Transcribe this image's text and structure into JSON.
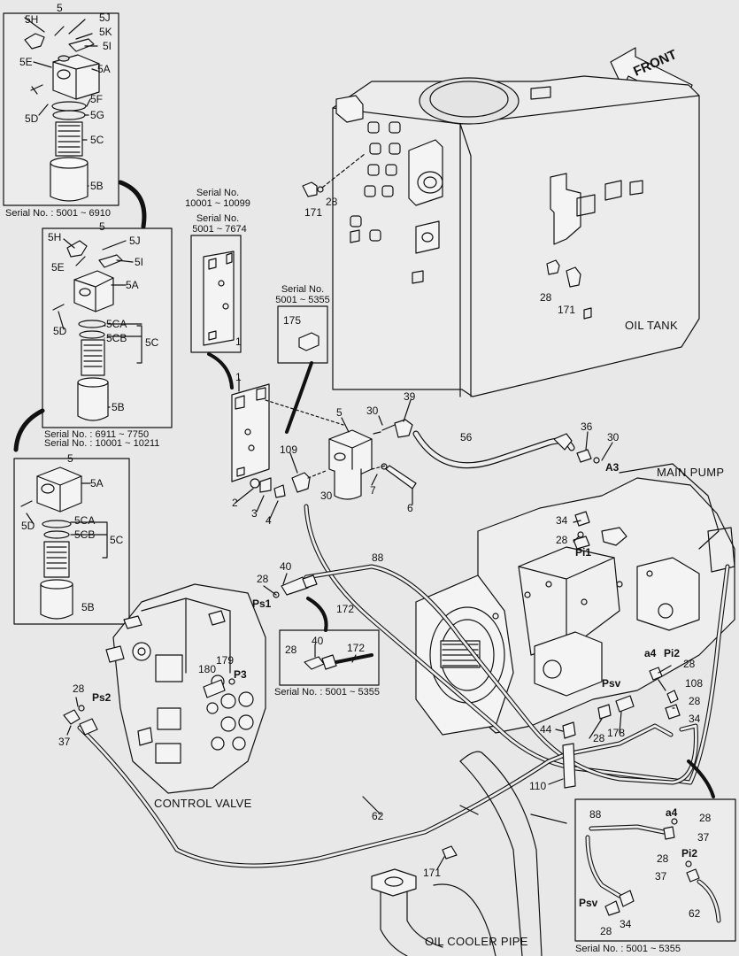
{
  "directions": {
    "front": "FRONT"
  },
  "titles": {
    "oil_tank": "OIL TANK",
    "main_pump": "MAIN PUMP",
    "control_valve": "CONTROL VALVE",
    "oil_cooler_pipe": "OIL COOLER PIPE"
  },
  "serials": {
    "s_5001_6910": "Serial No. : 5001 ~ 6910",
    "s_6911_7750": "Serial No. : 6911 ~ 7750",
    "s_10001_10211": "Serial No. : 10001 ~ 10211",
    "s_plate_head": "Serial No.",
    "s_plate_1": "10001 ~ 10099",
    "s_plate_head2": "Serial No.",
    "s_plate_2": "5001 ~ 7674",
    "s_fit_head": "Serial No.",
    "s_fit": "5001 ~ 5355",
    "s_ps1_inset": "Serial No. : 5001 ~ 5355",
    "s_pump_inset": "Serial No. : 5001 ~ 5355"
  },
  "ports": {
    "a3": "A3",
    "pi1": "Pi1",
    "ps1": "Ps1",
    "ps2": "Ps2",
    "p3": "P3",
    "a4": "a4",
    "pi2": "Pi2",
    "psv": "Psv",
    "a4_inset": "a4",
    "pi2_inset": "Pi2",
    "psv_inset": "Psv"
  },
  "callouts": {
    "f1": {
      "n5": "5",
      "n5h": "5H",
      "n5j": "5J",
      "n5k": "5K",
      "n5i": "5I",
      "n5e": "5E",
      "n5a": "5A",
      "n5d": "5D",
      "n5f": "5F",
      "n5g": "5G",
      "n5c": "5C",
      "n5b": "5B"
    },
    "f2": {
      "n5": "5",
      "n5h": "5H",
      "n5j": "5J",
      "n5i": "5I",
      "n5e": "5E",
      "n5a": "5A",
      "n5d": "5D",
      "n5ca": "5CA",
      "n5cb": "5CB",
      "n5c": "5C",
      "n5b": "5B"
    },
    "f3": {
      "n5": "5",
      "n5a": "5A",
      "n5d": "5D",
      "n5ca": "5CA",
      "n5cb": "5CB",
      "n5c": "5C",
      "n5b": "5B"
    },
    "main": {
      "c171a": "171",
      "c28a": "28",
      "c28b": "28",
      "c171b": "171",
      "c1a": "1",
      "c1b": "1",
      "c175": "175",
      "c5": "5",
      "c30a": "30",
      "c39": "39",
      "c56": "56",
      "c36": "36",
      "c30b": "30",
      "c109": "109",
      "c30c": "30",
      "c7": "7",
      "c6": "6",
      "c2": "2",
      "c3": "3",
      "c4": "4",
      "c34a": "34",
      "c28c": "28",
      "c88": "88",
      "c40": "40",
      "c28d": "28",
      "c172": "172",
      "c40i": "40",
      "c28i": "28",
      "c172i": "172",
      "c179": "179",
      "c180": "180",
      "c28e": "28",
      "c37": "37",
      "c28f": "28",
      "c108": "108",
      "c28g": "28",
      "c34b": "34",
      "c44": "44",
      "c28h": "28",
      "c178": "178",
      "c110": "110",
      "c62": "62",
      "c171c": "171",
      "c88i": "88",
      "c28j": "28",
      "c37i": "37",
      "c28k": "28",
      "c37j": "37",
      "c28l": "28",
      "c34i": "34",
      "c62i": "62"
    }
  }
}
